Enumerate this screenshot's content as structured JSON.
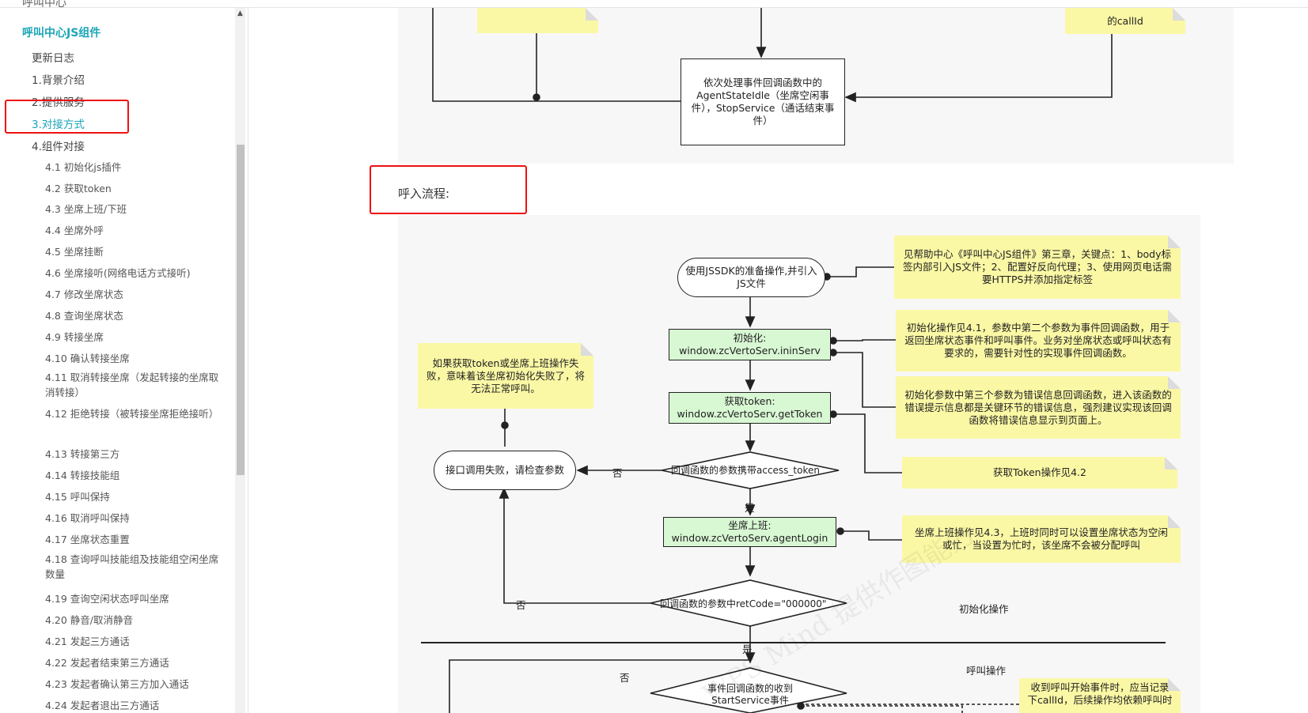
{
  "sidebar": {
    "top_cut_label": "呼叫中心",
    "group_title": "呼叫中心JS组件",
    "items": [
      {
        "label": "更新日志"
      },
      {
        "label": "1.背景介绍"
      },
      {
        "label": "2.提供服务"
      },
      {
        "label": "3.对接方式"
      },
      {
        "label": "4.组件对接"
      }
    ],
    "sub_items": [
      {
        "label": "4.1 初始化js插件"
      },
      {
        "label": "4.2 获取token"
      },
      {
        "label": "4.3 坐席上班/下班"
      },
      {
        "label": "4.4 坐席外呼"
      },
      {
        "label": "4.5 坐席挂断"
      },
      {
        "label": "4.6 坐席接听(网络电话方式接听)"
      },
      {
        "label": "4.7 修改坐席状态"
      },
      {
        "label": "4.8 查询坐席状态"
      },
      {
        "label": "4.9 转接坐席"
      },
      {
        "label": "4.10 确认转接坐席"
      },
      {
        "label": "4.11 取消转接坐席（发起转接的坐席取消转接）"
      },
      {
        "label": "4.12 拒绝转接（被转接坐席拒绝接听）"
      },
      {
        "label": "4.13 转接第三方"
      },
      {
        "label": "4.14 转接技能组"
      },
      {
        "label": "4.15 呼叫保持"
      },
      {
        "label": "4.16 取消呼叫保持"
      },
      {
        "label": "4.17 坐席状态重置"
      },
      {
        "label": "4.18 查询呼叫技能组及技能组空闲坐席数量"
      },
      {
        "label": "4.19 查询空闲状态呼叫坐席"
      },
      {
        "label": "4.20 静音/取消静音"
      },
      {
        "label": "4.21 发起三方通话"
      },
      {
        "label": "4.22 发起者结束第三方通话"
      },
      {
        "label": "4.23 发起者确认第三方加入通话"
      },
      {
        "label": "4.24 发起者退出三方通话"
      }
    ],
    "active_index": 3
  },
  "main": {
    "section_title": "呼入流程:",
    "top_diagram": {
      "process_box": "依次处理事件回调函数中的AgentStateIdle（坐席空闲事件），StopService（通话结束事件）",
      "note_callid": "的callId"
    },
    "flow": {
      "start": "使用JSSDK的准备操作,并引入JS文件",
      "init_title": "初始化:",
      "init_code": "window.zcVertoServ.ininServ",
      "token_title": "获取token:",
      "token_code": "window.zcVertoServ.getToken",
      "decision_token": "回调函数的参数携带access_token",
      "fail_box": "接口调用失败，请检查参数",
      "login_title": "坐席上班:",
      "login_code": "window.zcVertoServ.agentLogin",
      "decision_retcode": "回调函数的参数中retCode=\"000000\"",
      "decision_event": "事件回调函数的收到StartService事件",
      "yes_label": "是",
      "no_label": "否",
      "section_init": "初始化操作",
      "section_call": "呼叫操作"
    },
    "notes": {
      "note_fail": "如果获取token或坐席上班操作失败，意味着该坐席初始化失败了，将无法正常呼叫。",
      "note_prepare": "见帮助中心《呼叫中心JS组件》第三章，关键点：1、body标签内部引入JS文件；2、配置好反向代理；3、使用网页电话需要HTTPS并添加指定标签",
      "note_init": "初始化操作见4.1，参数中第二个参数为事件回调函数，用于返回坐席状态事件和呼叫事件。业务对坐席状态或呼叫状态有要求的，需要针对性的实现事件回调函数。",
      "note_error": "初始化参数中第三个参数为错误信息回调函数，进入该函数的错误提示信息都是关键环节的错误信息，强烈建议实现该回调函数将错误信息显示到页面上。",
      "note_token": "获取Token操作见4.2",
      "note_login": "坐席上班操作见4.3，上班时同时可以设置坐席状态为空闲或忙，当设置为忙时，该坐席不会被分配呼叫",
      "note_call": "收到呼叫开始事件时，应当记录下callId，后续操作均依赖呼叫时"
    },
    "watermark": "WPS Mind 提供作图能力"
  }
}
